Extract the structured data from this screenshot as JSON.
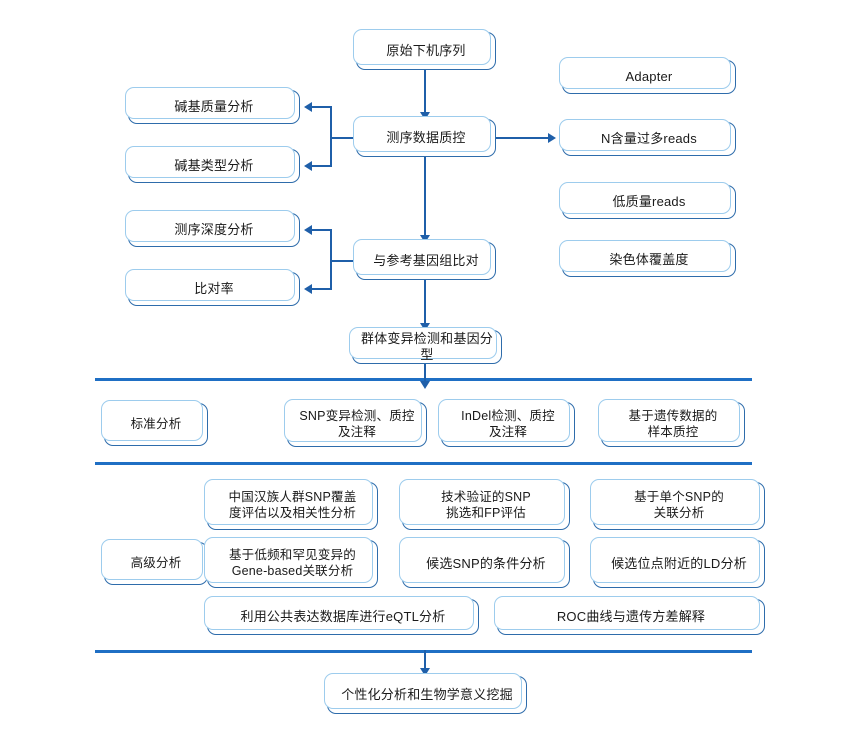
{
  "diagram": {
    "title": "WGS/GWAS analysis pipeline flowchart",
    "colors": {
      "box_border": "#2e6cab",
      "box_outer_glow": "#9dcced",
      "connector": "#1f5fa9",
      "divider": "#1f6fc4",
      "background": "#ffffff",
      "text": "#1a1a1a"
    }
  },
  "pipeline": {
    "raw_sequence": "原始下机序列",
    "qc": "测序数据质控",
    "alignment": "与参考基因组比对",
    "variant_calling": "群体变异检测和基因分型",
    "final": "个性化分析和生物学意义挖掘"
  },
  "qc_outputs_left": [
    {
      "label": "碱基质量分析"
    },
    {
      "label": "碱基类型分析"
    }
  ],
  "qc_outputs_right": [
    {
      "label": "Adapter"
    },
    {
      "label": "N含量过多reads"
    },
    {
      "label": "低质量reads"
    }
  ],
  "alignment_outputs_left": [
    {
      "label": "测序深度分析"
    },
    {
      "label": "比对率"
    }
  ],
  "alignment_outputs_right": [
    {
      "label": "染色体覆盖度"
    }
  ],
  "sections": [
    {
      "name": "standard",
      "label": "标准分析",
      "rows": [
        [
          {
            "label": "SNP变异检测、质控\n及注释"
          },
          {
            "label": "InDel检测、质控\n及注释"
          },
          {
            "label": "基于遗传数据的\n样本质控"
          }
        ]
      ]
    },
    {
      "name": "advanced",
      "label": "高级分析",
      "rows": [
        [
          {
            "label": "中国汉族人群SNP覆盖\n度评估以及相关性分析"
          },
          {
            "label": "技术验证的SNP\n挑选和FP评估"
          },
          {
            "label": "基于单个SNP的\n关联分析"
          }
        ],
        [
          {
            "label": "基于低频和罕见变异的\nGene-based关联分析"
          },
          {
            "label": "候选SNP的条件分析"
          },
          {
            "label": "候选位点附近的LD分析"
          }
        ],
        [
          {
            "label": "利用公共表达数据库进行eQTL分析"
          },
          {
            "label": "ROC曲线与遗传方差解释"
          }
        ]
      ]
    }
  ]
}
